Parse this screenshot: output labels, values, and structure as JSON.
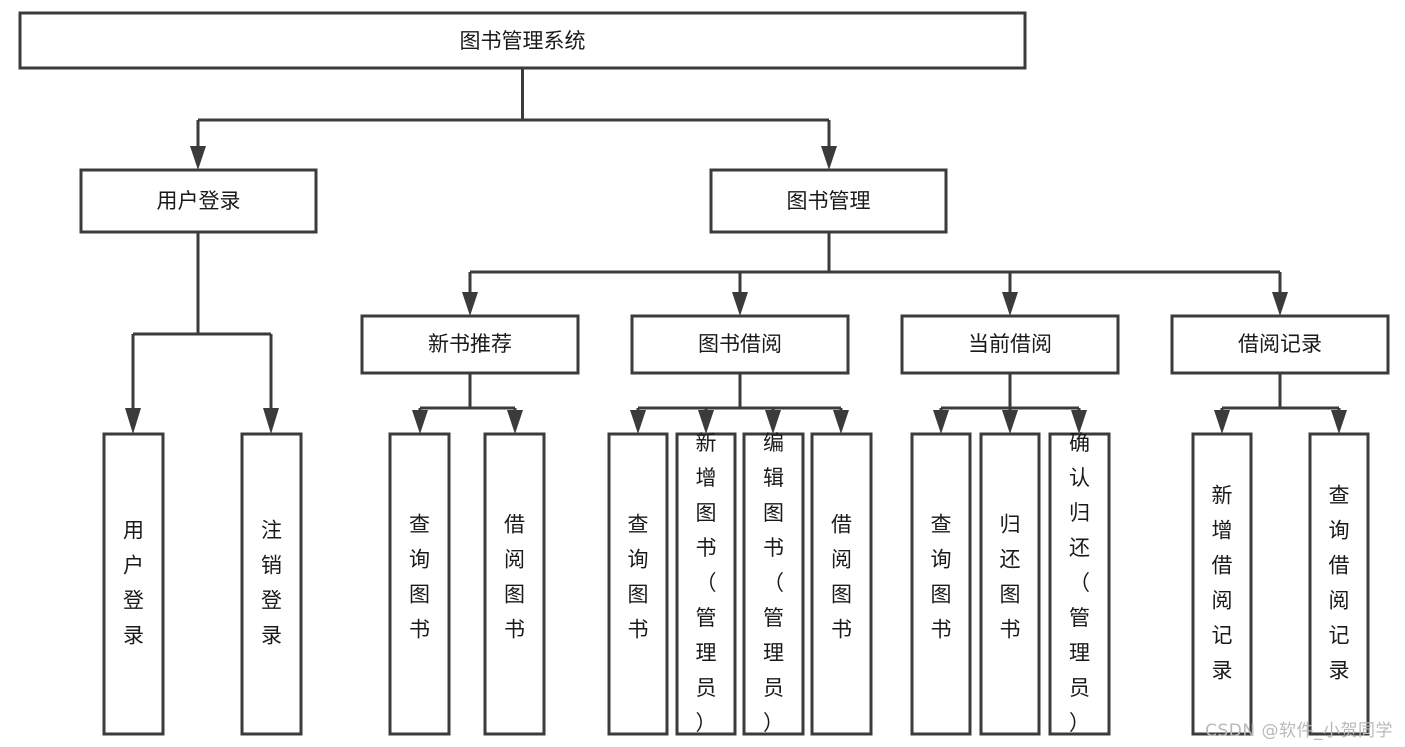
{
  "diagram": {
    "title": "图书管理系统",
    "type": "tree-hierarchy",
    "watermark": "CSDN @软件_小贺同学",
    "colors": {
      "stroke": "#3b3b3b",
      "fill": "#ffffff",
      "text": "#1a1a1a",
      "watermark": "#b9b9b9",
      "background": "#ffffff"
    },
    "nodes": {
      "root": {
        "label": "图书管理系统",
        "orientation": "horizontal"
      },
      "level2": [
        {
          "id": "user-login",
          "label": "用户登录",
          "orientation": "horizontal"
        },
        {
          "id": "book-management",
          "label": "图书管理",
          "orientation": "horizontal"
        }
      ],
      "level3": [
        {
          "id": "new-book-recommend",
          "label": "新书推荐",
          "orientation": "horizontal"
        },
        {
          "id": "book-borrow",
          "label": "图书借阅",
          "orientation": "horizontal"
        },
        {
          "id": "current-borrow",
          "label": "当前借阅",
          "orientation": "horizontal"
        },
        {
          "id": "borrow-record",
          "label": "借阅记录",
          "orientation": "horizontal"
        }
      ],
      "leaves": [
        {
          "id": "leaf-user-login",
          "label": "用户登录",
          "parent": "user-login",
          "orientation": "vertical"
        },
        {
          "id": "leaf-logout-login",
          "label": "注销登录",
          "parent": "user-login",
          "orientation": "vertical"
        },
        {
          "id": "leaf-query-book-1",
          "label": "查询图书",
          "parent": "new-book-recommend",
          "orientation": "vertical"
        },
        {
          "id": "leaf-borrow-book-1",
          "label": "借阅图书",
          "parent": "new-book-recommend",
          "orientation": "vertical"
        },
        {
          "id": "leaf-query-book-2",
          "label": "查询图书",
          "parent": "book-borrow",
          "orientation": "vertical"
        },
        {
          "id": "leaf-add-book",
          "label": "新增图书（管理员）",
          "parent": "book-borrow",
          "orientation": "vertical"
        },
        {
          "id": "leaf-edit-book",
          "label": "编辑图书（管理员）",
          "parent": "book-borrow",
          "orientation": "vertical"
        },
        {
          "id": "leaf-borrow-book-2",
          "label": "借阅图书",
          "parent": "book-borrow",
          "orientation": "vertical"
        },
        {
          "id": "leaf-query-book-3",
          "label": "查询图书",
          "parent": "current-borrow",
          "orientation": "vertical"
        },
        {
          "id": "leaf-return-book",
          "label": "归还图书",
          "parent": "current-borrow",
          "orientation": "vertical"
        },
        {
          "id": "leaf-confirm-return",
          "label": "确认归还（管理员）",
          "parent": "current-borrow",
          "orientation": "vertical"
        },
        {
          "id": "leaf-add-record",
          "label": "新增借阅记录",
          "parent": "borrow-record",
          "orientation": "vertical"
        },
        {
          "id": "leaf-query-record",
          "label": "查询借阅记录",
          "parent": "borrow-record",
          "orientation": "vertical"
        }
      ]
    }
  }
}
